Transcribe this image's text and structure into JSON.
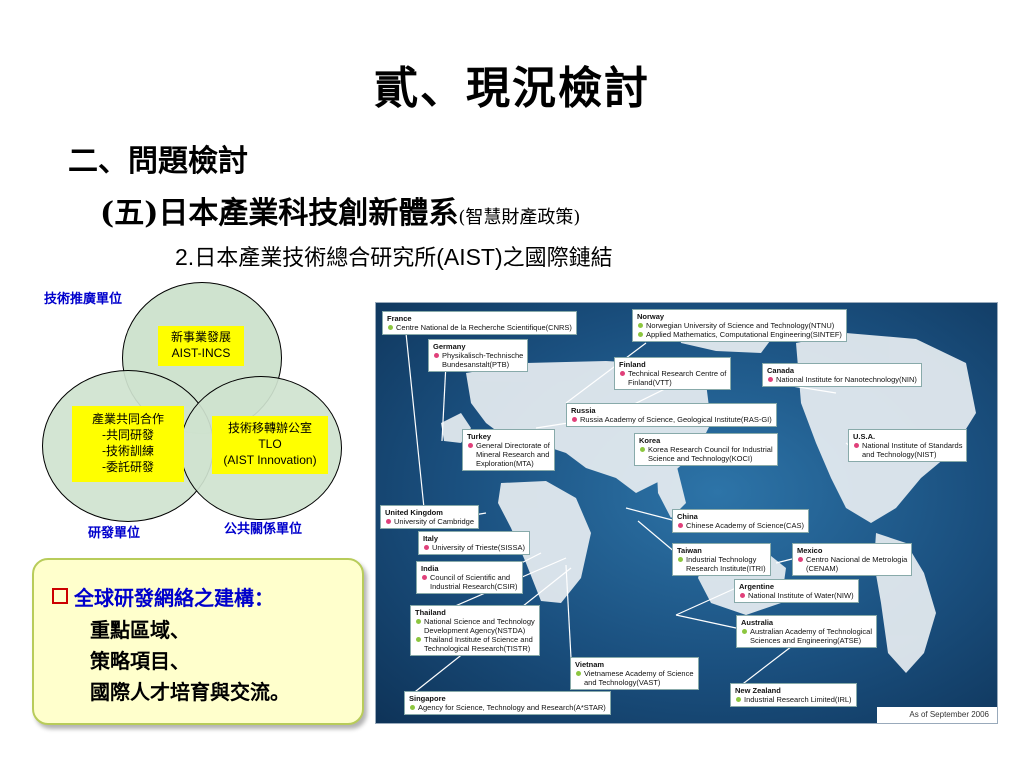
{
  "slide": {
    "title": "貳、現況檢討",
    "section": "二、問題檢討",
    "subsection": "(五)日本產業科技創新體系",
    "subsection_note": "(智慧財產政策)",
    "subtitle_num": "2.",
    "subtitle_a": "日本產業技術總合研究所",
    "subtitle_b": "(AIST)",
    "subtitle_c": "之國際鏈結"
  },
  "venn": {
    "label_top": "技術推廣單位",
    "label_left": "研發單位",
    "label_right": "公共關係單位",
    "top_box": {
      "line1": "新事業發展",
      "line2": "AIST-INCS"
    },
    "left_box": {
      "line1": "產業共同合作",
      "line2": "-共同研發",
      "line3": "-技術訓練",
      "line4": "-委託研發"
    },
    "right_box": {
      "line1": "技術移轉辦公室",
      "line2": "TLO",
      "line3": "(AIST Innovation)"
    }
  },
  "note": {
    "heading": "全球研發網絡之建構：",
    "lines": [
      "重點區域、",
      "策略項目、",
      "國際人才培育與交流。"
    ]
  },
  "map": {
    "as_of": "As of September 2006",
    "entries": [
      {
        "country": "France",
        "items": [
          "Centre National de la Recherche Scientifique(CNRS)"
        ]
      },
      {
        "country": "Germany",
        "items": [
          "Physikalisch-Technische",
          "Bundesanstalt(PTB)"
        ]
      },
      {
        "country": "Norway",
        "items": [
          "Norwegian University of Science and Technology(NTNU)",
          "Applied Mathematics, Computational Engineering(SINTEF)"
        ]
      },
      {
        "country": "Finland",
        "items": [
          "Technical Research Centre of",
          "Finland(VTT)"
        ]
      },
      {
        "country": "Canada",
        "items": [
          "National Institute for Nanotechnology(NIN)"
        ]
      },
      {
        "country": "Russia",
        "items": [
          "Russia Academy of Science, Geological Institute(RAS-GI)"
        ]
      },
      {
        "country": "Turkey",
        "items": [
          "General Directorate of",
          "Mineral Research and",
          "Exploration(MTA)"
        ]
      },
      {
        "country": "Korea",
        "items": [
          "Korea Research Council for Industrial",
          "Science and Technology(KOCI)"
        ]
      },
      {
        "country": "U.S.A.",
        "items": [
          "National Institute of Standards",
          "and Technology(NIST)"
        ]
      },
      {
        "country": "United Kingdom",
        "items": [
          "University of Cambridge"
        ]
      },
      {
        "country": "Italy",
        "items": [
          "University of Trieste(SISSA)"
        ]
      },
      {
        "country": "China",
        "items": [
          "Chinese Academy of Science(CAS)"
        ]
      },
      {
        "country": "India",
        "items": [
          "Council of Scientific and",
          "Industrial Research(CSIR)"
        ]
      },
      {
        "country": "Taiwan",
        "items": [
          "Industrial Technology",
          "Research Institute(ITRI)"
        ]
      },
      {
        "country": "Mexico",
        "items": [
          "Centro Nacional de Metrologia",
          "(CENAM)"
        ]
      },
      {
        "country": "Argentine",
        "items": [
          "National Institute of Water(NIW)"
        ]
      },
      {
        "country": "Thailand",
        "items": [
          "National Science and Technology",
          "Development Agency(NSTDA)",
          "Thailand Institute of Science and",
          "Technological Research(TISTR)"
        ]
      },
      {
        "country": "Australia",
        "items": [
          "Australian Academy of Technological",
          "Sciences and Engineering(ATSE)"
        ]
      },
      {
        "country": "Vietnam",
        "items": [
          "Vietnamese Academy of Science",
          "and Technology(VAST)"
        ]
      },
      {
        "country": "New Zealand",
        "items": [
          "Industrial Research Limited(IRL)"
        ]
      },
      {
        "country": "Singapore",
        "items": [
          "Agency for Science, Technology and Research(A*STAR)"
        ]
      }
    ]
  }
}
